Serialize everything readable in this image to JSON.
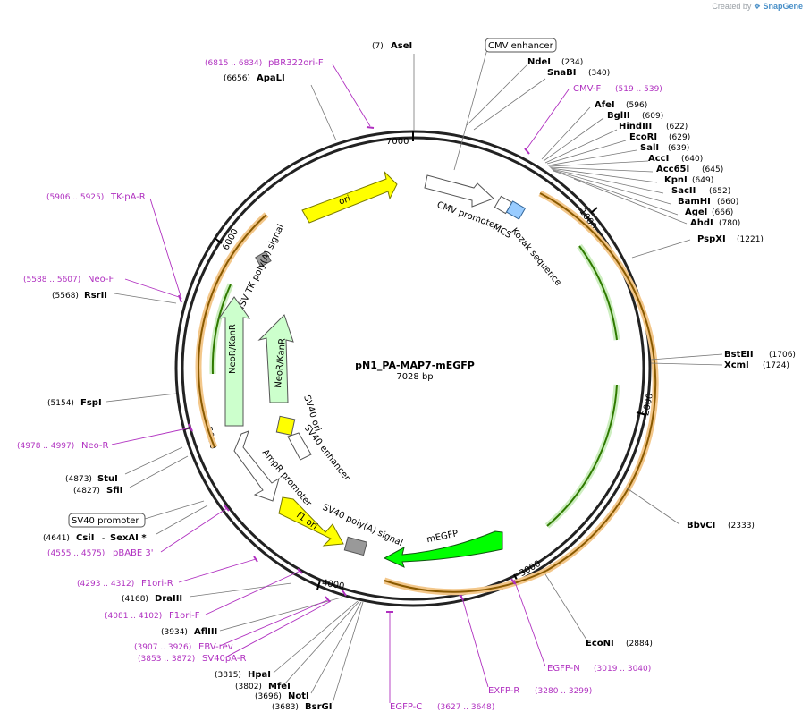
{
  "credit": {
    "prefix": "Created by",
    "brand": "SnapGene"
  },
  "plasmid": {
    "name": "pN1_PA-MAP7-mEGFP",
    "size": "7028 bp"
  },
  "ticks": [
    "1000",
    "2000",
    "3000",
    "4000",
    "5000",
    "6000",
    "7000"
  ],
  "boxed_labels": [
    {
      "id": "cmv-enhancer",
      "text": "CMV enhancer"
    },
    {
      "id": "sv40-promoter",
      "text": "SV40 promoter"
    }
  ],
  "enzymes": [
    {
      "name": "AseI",
      "pos": "(7)"
    },
    {
      "name": "ApaLI",
      "pos": "(6656)"
    },
    {
      "name": "NdeI",
      "pos": "(234)"
    },
    {
      "name": "SnaBI",
      "pos": "(340)"
    },
    {
      "name": "AfeI",
      "pos": "(596)"
    },
    {
      "name": "BglII",
      "pos": "(609)"
    },
    {
      "name": "HindIII",
      "pos": "(622)"
    },
    {
      "name": "EcoRI",
      "pos": "(629)"
    },
    {
      "name": "SalI",
      "pos": "(639)"
    },
    {
      "name": "AccI",
      "pos": "(640)"
    },
    {
      "name": "Acc65I",
      "pos": "(645)"
    },
    {
      "name": "KpnI",
      "pos": "(649)"
    },
    {
      "name": "SacII",
      "pos": "(652)"
    },
    {
      "name": "BamHI",
      "pos": "(660)"
    },
    {
      "name": "AgeI",
      "pos": "(666)"
    },
    {
      "name": "AhdI",
      "pos": "(780)"
    },
    {
      "name": "PspXI",
      "pos": "(1221)"
    },
    {
      "name": "BstEII",
      "pos": "(1706)"
    },
    {
      "name": "XcmI",
      "pos": "(1724)"
    },
    {
      "name": "BbvCI",
      "pos": "(2333)"
    },
    {
      "name": "EcoNI",
      "pos": "(2884)"
    },
    {
      "name": "RsrII",
      "pos": "(5568)"
    },
    {
      "name": "FspI",
      "pos": "(5154)"
    },
    {
      "name": "StuI",
      "pos": "(4873)"
    },
    {
      "name": "SfiI",
      "pos": "(4827)"
    },
    {
      "name": "CsiI",
      "pos": "(4641)"
    },
    {
      "name": "SexAI *",
      "pos": "-"
    },
    {
      "name": "DraIII",
      "pos": "(4168)"
    },
    {
      "name": "AflIII",
      "pos": "(3934)"
    },
    {
      "name": "HpaI",
      "pos": "(3815)"
    },
    {
      "name": "MfeI",
      "pos": "(3802)"
    },
    {
      "name": "NotI",
      "pos": "(3696)"
    },
    {
      "name": "BsrGI",
      "pos": "(3683)"
    }
  ],
  "primers": [
    {
      "name": "pBR322ori-F",
      "pos": "(6815 .. 6834)"
    },
    {
      "name": "CMV-F",
      "pos": "(519 .. 539)"
    },
    {
      "name": "TK-pA-R",
      "pos": "(5906 .. 5925)"
    },
    {
      "name": "Neo-F",
      "pos": "(5588 .. 5607)"
    },
    {
      "name": "Neo-R",
      "pos": "(4978 .. 4997)"
    },
    {
      "name": "pBABE 3'",
      "pos": "(4555 .. 4575)"
    },
    {
      "name": "F1ori-R",
      "pos": "(4293 .. 4312)"
    },
    {
      "name": "F1ori-F",
      "pos": "(4081 .. 4102)"
    },
    {
      "name": "EBV-rev",
      "pos": "(3907 .. 3926)"
    },
    {
      "name": "SV40pA-R",
      "pos": "(3853 .. 3872)"
    },
    {
      "name": "EGFP-C",
      "pos": "(3627 .. 3648)"
    },
    {
      "name": "EXFP-R",
      "pos": "(3280 .. 3299)"
    },
    {
      "name": "EGFP-N",
      "pos": "(3019 .. 3040)"
    }
  ],
  "features": [
    {
      "id": "ori",
      "label": "ori"
    },
    {
      "id": "cmv-promoter",
      "label": "CMV promoter"
    },
    {
      "id": "mcs",
      "label": "MCS"
    },
    {
      "id": "kozak",
      "label": "Kozak sequence"
    },
    {
      "id": "hsv-tk",
      "label": "HSV TK poly(A) signal"
    },
    {
      "id": "neo-outer",
      "label": "NeoR/KanR"
    },
    {
      "id": "neo-inner",
      "label": "NeoR/KanR"
    },
    {
      "id": "sv40-ori",
      "label": "SV40 ori"
    },
    {
      "id": "sv40-enh",
      "label": "SV40 enhancer"
    },
    {
      "id": "ampr-promoter",
      "label": "AmpR promoter"
    },
    {
      "id": "f1-ori",
      "label": "f1 ori"
    },
    {
      "id": "sv40-polya",
      "label": "SV40 poly(A) signal"
    },
    {
      "id": "megfp",
      "label": "mEGFP"
    }
  ],
  "colors": {
    "primer": "#b030c0",
    "ori": "#ffff00",
    "neo": "#ccffcc",
    "gfp": "#00ff00",
    "kozak": "#99ccff",
    "polya": "#999999",
    "orf_orange": "#f0b060",
    "orf_green": "#aee39a"
  }
}
